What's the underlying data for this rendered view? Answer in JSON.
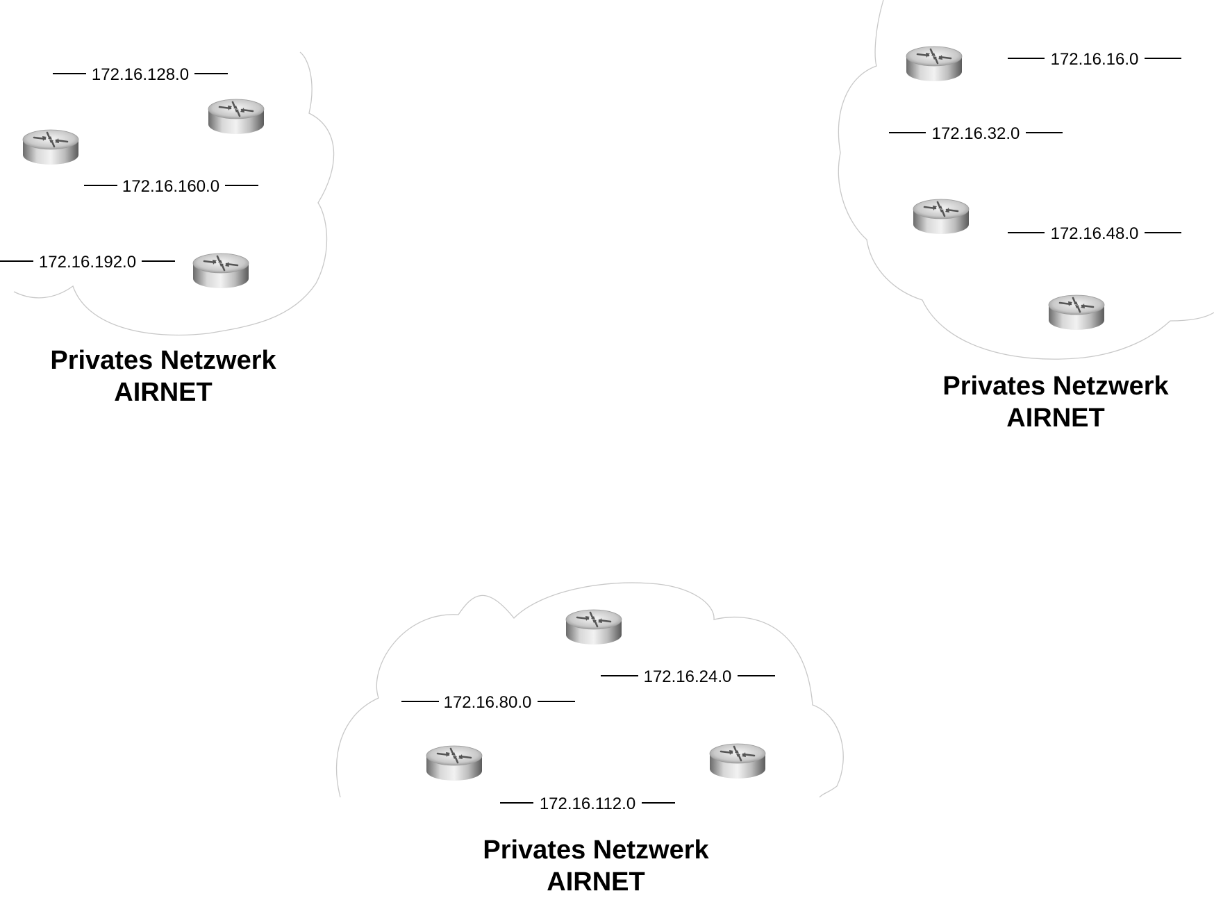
{
  "networks": [
    {
      "id": "left",
      "title": "Privates Netzwerk",
      "subtitle": "AIRNET",
      "subnets": [
        "172.16.128.0",
        "172.16.160.0",
        "172.16.192.0"
      ]
    },
    {
      "id": "right",
      "title": "Privates Netzwerk",
      "subtitle": "AIRNET",
      "subnets": [
        "172.16.16.0",
        "172.16.32.0",
        "172.16.48.0"
      ]
    },
    {
      "id": "bottom",
      "title": "Privates Netzwerk",
      "subtitle": "AIRNET",
      "subnets": [
        "172.16.24.0",
        "172.16.80.0",
        "172.16.112.0"
      ]
    }
  ],
  "icons": {
    "router": "router-icon"
  }
}
